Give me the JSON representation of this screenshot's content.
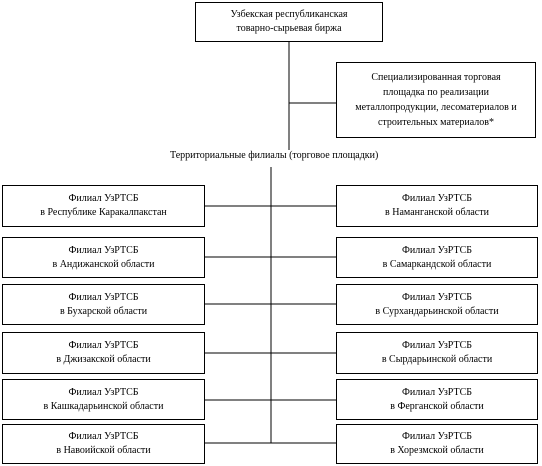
{
  "head": {
    "line1": "Узбекская республиканская",
    "line2": "товарно-сырьевая биржа"
  },
  "special": {
    "line1": "Специализированная торговая",
    "line2": "площадка по реализации",
    "line3": "металлопродукции, лесоматериалов и",
    "line4": "строительных материалов*"
  },
  "branches_title": "Территориальные филиалы (торговое площадки)",
  "left_branches": [
    {
      "line1": "Филиал УзРТСБ",
      "line2": "в Республике Каракалпакстан"
    },
    {
      "line1": "Филиал УзРТСБ",
      "line2": "в Андижанской области"
    },
    {
      "line1": "Филиал УзРТСБ",
      "line2": "в Бухарской области"
    },
    {
      "line1": "Филиал УзРТСБ",
      "line2": "в Джизакской области"
    },
    {
      "line1": "Филиал УзРТСБ",
      "line2": "в Кашкадарьинской области"
    },
    {
      "line1": "Филиал УзРТСБ",
      "line2": "в Навоийской области"
    }
  ],
  "right_branches": [
    {
      "line1": "Филиал УзРТСБ",
      "line2": "в Наманганской области"
    },
    {
      "line1": "Филиал УзРТСБ",
      "line2": "в Самаркандской области"
    },
    {
      "line1": "Филиал УзРТСБ",
      "line2": "в Сурхандарьинской области"
    },
    {
      "line1": "Филиал УзРТСБ",
      "line2": "в Сырдарьинской области"
    },
    {
      "line1": "Филиал УзРТСБ",
      "line2": "в Ферганской области"
    },
    {
      "line1": "Филиал УзРТСБ",
      "line2": "в Хорезмской области"
    }
  ]
}
